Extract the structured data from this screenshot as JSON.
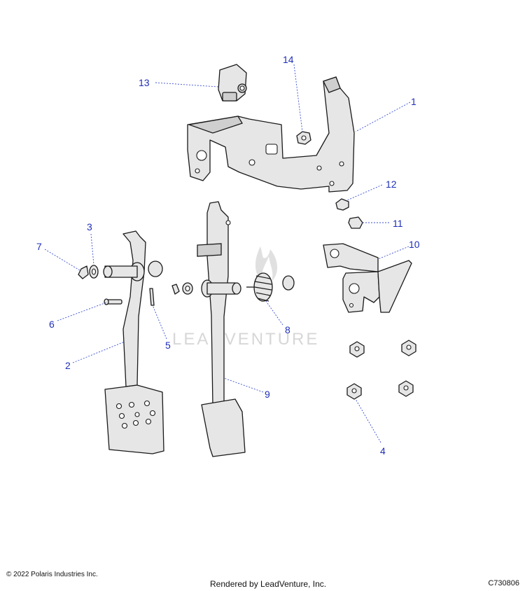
{
  "watermark": "LEADVENTURE",
  "callouts": [
    {
      "number": "1",
      "part": "bracket-main"
    },
    {
      "number": "2",
      "part": "brake-pedal"
    },
    {
      "number": "3",
      "part": "washer"
    },
    {
      "number": "4",
      "part": "nuts"
    },
    {
      "number": "5",
      "part": "cotter-pin"
    },
    {
      "number": "6",
      "part": "pin"
    },
    {
      "number": "7",
      "part": "e-clip"
    },
    {
      "number": "8",
      "part": "spring"
    },
    {
      "number": "9",
      "part": "throttle-pedal"
    },
    {
      "number": "10",
      "part": "bracket-small"
    },
    {
      "number": "11",
      "part": "bolt"
    },
    {
      "number": "12",
      "part": "nut-small"
    },
    {
      "number": "13",
      "part": "switch"
    },
    {
      "number": "14",
      "part": "flange-nut"
    }
  ],
  "footer": {
    "copyright": "© 2022 Polaris Industries Inc.",
    "rendered_by": "Rendered by LeadVenture, Inc.",
    "code": "C730806"
  }
}
